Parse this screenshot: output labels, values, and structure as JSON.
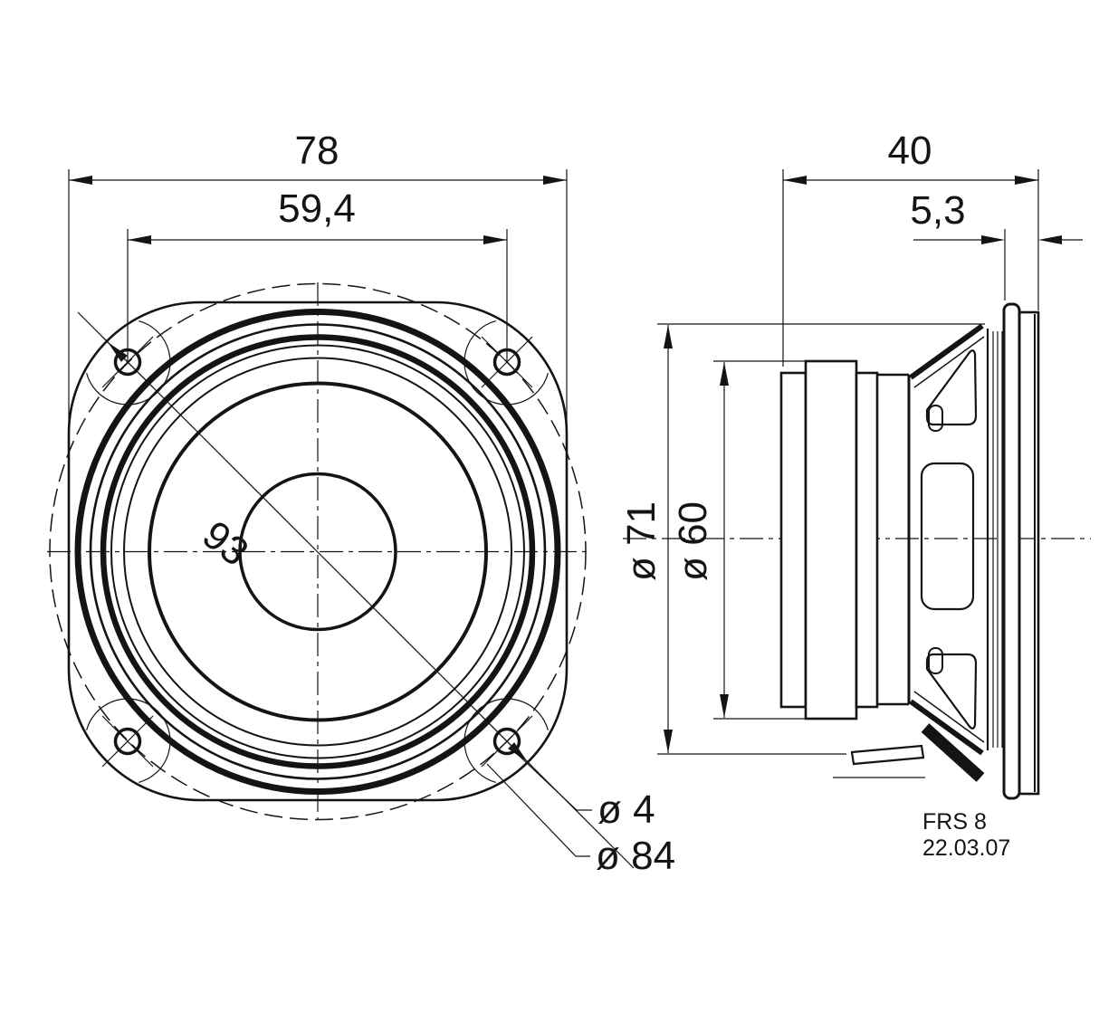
{
  "drawing": {
    "background_color": "#ffffff",
    "line_color": "#141414",
    "front_view": {
      "width_label": "78",
      "hole_spacing_label": "59,4",
      "diagonal_label": "93",
      "hole_diameter_label": "ø 4",
      "bolt_circle_label": "ø 84"
    },
    "side_view": {
      "depth_label": "40",
      "mounting_depth_label": "5,3",
      "outer_diameter_label": "ø 71",
      "magnet_diameter_label": "ø 60"
    },
    "title_block": {
      "model": "FRS 8",
      "date": "22.03.07"
    }
  }
}
